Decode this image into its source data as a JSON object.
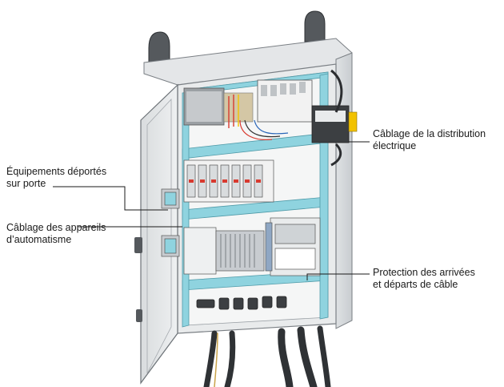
{
  "labels": {
    "equipements": {
      "line1": "Équipements déportés",
      "line2": "sur porte"
    },
    "cablage_automatisme": {
      "line1": "Câblage des appareils",
      "line2": "d’automatisme"
    },
    "cablage_distribution": {
      "line1": "Câblage de la distribution",
      "line2": "électrique"
    },
    "protection": {
      "line1": "Protection des arrivées",
      "line2": "et départs de câble"
    }
  },
  "colors": {
    "cabinet": "#e6e8e9",
    "cabinet_shade": "#c9cdd0",
    "rail": "#8fd3df",
    "breaker": "#f2f2f2",
    "handle": "#5b5f63",
    "cable": "#3c3f42",
    "accent_yellow": "#f2c200",
    "accent_red": "#d83a2f"
  }
}
